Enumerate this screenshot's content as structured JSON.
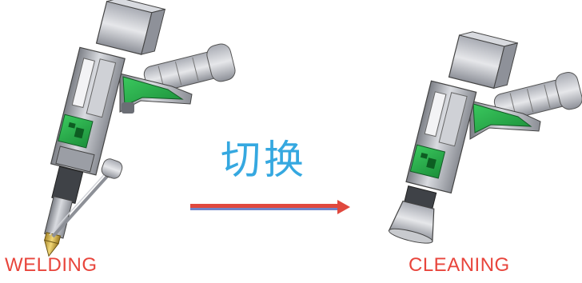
{
  "labels": {
    "left": "WELDING",
    "right": "CLEANING",
    "center": "切换"
  },
  "colors": {
    "label_red": "#e8453c",
    "center_blue": "#35a8e0",
    "arrow_red": "#e0483e",
    "arrow_blue": "#6f84c8",
    "accent_green": "#22b14c"
  }
}
